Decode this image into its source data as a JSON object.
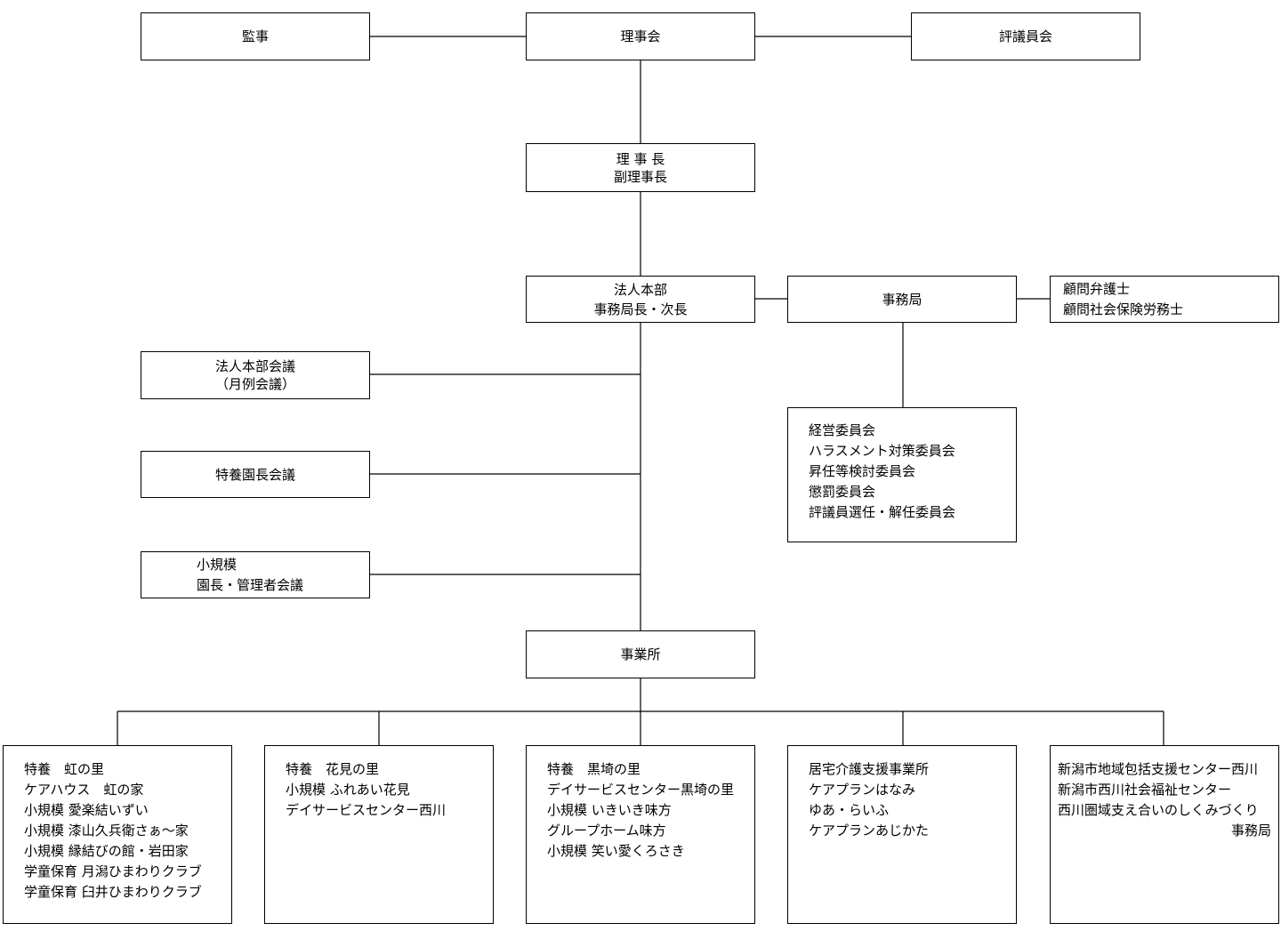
{
  "top": {
    "auditor": "監事",
    "board": "理事会",
    "council": "評議員会"
  },
  "chair": {
    "line1": "理 事 長",
    "line2": "副理事長"
  },
  "headquarters": {
    "line1": "法人本部",
    "line2": "事務局長・次長"
  },
  "secretariat": {
    "label": "事務局"
  },
  "advisors": {
    "line1": "顧問弁護士",
    "line2": "顧問社会保険労務士"
  },
  "committees": [
    "経営委員会",
    "ハラスメント対策委員会",
    "昇任等検討委員会",
    "懲罰委員会",
    "評議員選任・解任委員会"
  ],
  "meetings": {
    "hq_meeting": {
      "line1": "法人本部会議",
      "line2": "（月例会議）"
    },
    "director_meeting": "特養園長会議",
    "small_meeting": {
      "line1": "小規模",
      "line2": "園長・管理者会議"
    }
  },
  "offices": {
    "label": "事業所"
  },
  "units": [
    {
      "lines": [
        "特養　虹の里",
        "ケアハウス　虹の家",
        "小規模 愛楽結いずい",
        "小規模 漆山久兵衛さぁ～家",
        "小規模 縁結びの館・岩田家",
        "学童保育 月潟ひまわりクラブ",
        "学童保育 臼井ひまわりクラブ"
      ]
    },
    {
      "lines": [
        "特養　花見の里",
        "小規模 ふれあい花見",
        "デイサービスセンター西川"
      ]
    },
    {
      "lines": [
        "特養　黒埼の里",
        "デイサービスセンター黒埼の里",
        "小規模 いきいき味方",
        "グループホーム味方",
        "小規模 笑い愛くろさき"
      ]
    },
    {
      "lines": [
        "居宅介護支援事業所",
        "ケアプランはなみ",
        "ゆあ・らいふ",
        "ケアプランあじかた"
      ]
    },
    {
      "lines": [
        "新潟市地域包括支援センター西川",
        "新潟市西川社会福祉センター",
        "西川圏域支え合いのしくみづくり"
      ],
      "suffix": "事務局"
    }
  ]
}
